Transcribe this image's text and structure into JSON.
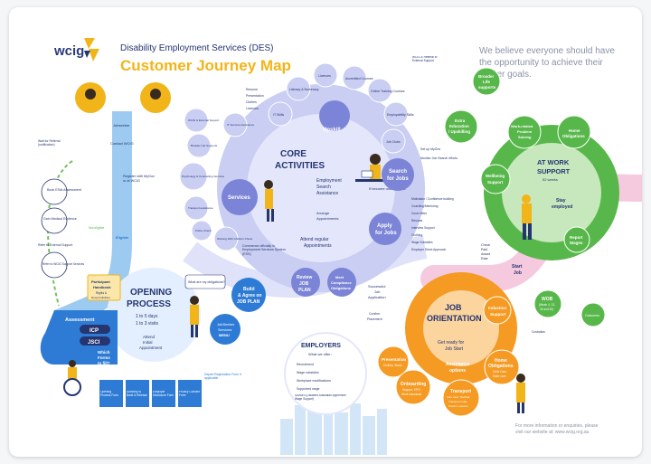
{
  "header": {
    "logo": "wcig",
    "subtitle": "Disability Employment Services (DES)",
    "title": "Customer Journey Map",
    "tagline": "We believe everyone should have the opportunity to achieve their career goals."
  },
  "footer": {
    "line1": "For more information or enquiries, please",
    "line2": "visit our website at: www.wcig.org.au"
  },
  "left": {
    "jobseeker": "Jobseeker",
    "contact": "Contact WCIG",
    "register": "Register with MyGov or at WCIG",
    "wait": "Wait for Referral (notification)",
    "book": "Book ESAt Assessment",
    "gain": "Gain Medical Evidence",
    "refer_ext": "Refer to External Support",
    "refer_wcig": "Refer to WCIG Support Services",
    "eligible": "Eligible",
    "not_eligible": "Not eligible"
  },
  "opening": {
    "title1": "OPENING",
    "title2": "PROCESS",
    "freq1": "1 to 5 days",
    "freq2": "1 to 3 visits",
    "obligations": "What are my obligations?",
    "handbook1": "Participant",
    "handbook2": "Handbook",
    "handbook3": "Rights &",
    "handbook4": "Responsibilities",
    "attend1": "Attend",
    "attend2": "Initial",
    "attend3": "Appointment",
    "menu1": "JobSeeker",
    "menu2": "Services",
    "menu3": "MENU",
    "assessment": "Assessment",
    "icp": "ICP",
    "jsci": "JSCI",
    "which1": "Which",
    "which2": "Forms",
    "which3": "to fill?",
    "forms": [
      "Opening Process Form",
      "Authority to Bank & Release",
      "Employer Disclosure Form",
      "Privacy Consent Form"
    ],
    "depart": "Depart Registration Form if applicable"
  },
  "core": {
    "title1": "CORE",
    "title2": "ACTIVITIES",
    "upskill": "Upskill",
    "services": "Services",
    "search1": "Search",
    "search2": "for Jobs",
    "apply1": "Apply",
    "apply2": "for Jobs",
    "esa1": "Employment",
    "esa2": "Search",
    "esa3": "Assistance",
    "arrange1": "Arrange",
    "arrange2": "Appointments",
    "attend_reg1": "Attend regular",
    "attend_reg2": "Appointments",
    "review1": "Review",
    "review2": "JOB",
    "review3": "PLAN",
    "meet1": "Meet",
    "meet2": "Compliance",
    "meet3": "Obligations",
    "build1": "Build",
    "build2": "& Agree on",
    "build3": "JOB PLAN",
    "commence": "Commence officially in Employment Services System (ESS)",
    "become_unemployed": "If become unemployed",
    "upskill_bubbles": [
      "IT Skills",
      "Literacy & Numeracy",
      "Licences",
      "Accredited Courses",
      "Online Training Courses",
      "Employability Skills",
      "Job Clubs"
    ],
    "services_bubbles": [
      "WCIG & External Support",
      "Broader Life Supports",
      "Psychology & Counselling Services",
      "Transport assistance",
      "Police Check",
      "Working With Children Check",
      "IT Services Assistance"
    ],
    "services_list": [
      "Resume",
      "Presentation",
      "Clothes",
      "Licences"
    ],
    "search_list": [
      "Set up MyGov",
      "Monitor Job Search efforts"
    ],
    "apply_list": [
      "Motivation / Confidence building",
      "Coaching/Mentoring",
      "Cover letter",
      "Resume",
      "Interview Support",
      "Clothing",
      "Wage Subsidies",
      "Employer Direct Approach"
    ]
  },
  "employers": {
    "title": "EMPLOYERS",
    "subtitle": "What we offer:",
    "items": [
      "Recruitment",
      "Wage subsidies",
      "Workplace modifications",
      "Supported wage",
      "DAAWS (Disabled Australian Apprentice Wage Support)"
    ]
  },
  "job": {
    "title1": "JOB",
    "title2": "ORIENTATION",
    "successful1": "Successful",
    "successful2": "Job",
    "successful3": "Application",
    "confirm1": "Confirm",
    "confirm2": "Placement",
    "induction1": "Induction",
    "induction2": "Support",
    "getready1": "Get ready for",
    "getready2": "Job Start",
    "presentation1": "Presentation",
    "presentation2": "Clothes, Boots",
    "assist1": "Assistance",
    "assist2": "options",
    "onboard1": "Onboarding",
    "onboard2": "Support, EPO,",
    "onboard3": "Work Insurance",
    "transport1": "Transport",
    "transport2": "Fare card, Taxi/Car,",
    "transport3": "Transport costs,",
    "transport4": "Drivers Lessons",
    "home1": "Home",
    "home2": "Obligations",
    "home3": "Child Care,",
    "home4": "Elder care"
  },
  "work": {
    "title1": "AT WORK",
    "title2": "SUPPORT",
    "weeks": "52 weeks",
    "stay1": "Stay",
    "stay2": "employed",
    "start1": "Start",
    "start2": "Job",
    "broader1": "Broader",
    "broader2": "Life",
    "broader3": "supports",
    "extra1": "Extra",
    "extra2": "Education",
    "extra3": "/ Upskilling",
    "problem1": "Work-related",
    "problem2": "Problem",
    "problem3": "Solving",
    "homeob1": "Home",
    "homeob2": "Obligations",
    "wellbeing1": "Wellbeing",
    "wellbeing2": "Support",
    "report1": "Report",
    "report2": "Wages",
    "check1": "Check",
    "check2": "Paid",
    "check3": "Award",
    "check4": "Rate",
    "wcig_ext": "WCIG & Referral to External Support",
    "wob1": "WOB",
    "wob2": "(Week 4, 13,",
    "wob3": "26 and 52)",
    "custodian": "Custodian",
    "outcome": "Outcomes"
  },
  "colors": {
    "navy": "#243570",
    "blue": "#2e7bd6",
    "lilac": "#c9cef2",
    "green": "#58b74a",
    "orange": "#f59a22",
    "pink": "#f5c9de",
    "yellow": "#f2b519"
  }
}
